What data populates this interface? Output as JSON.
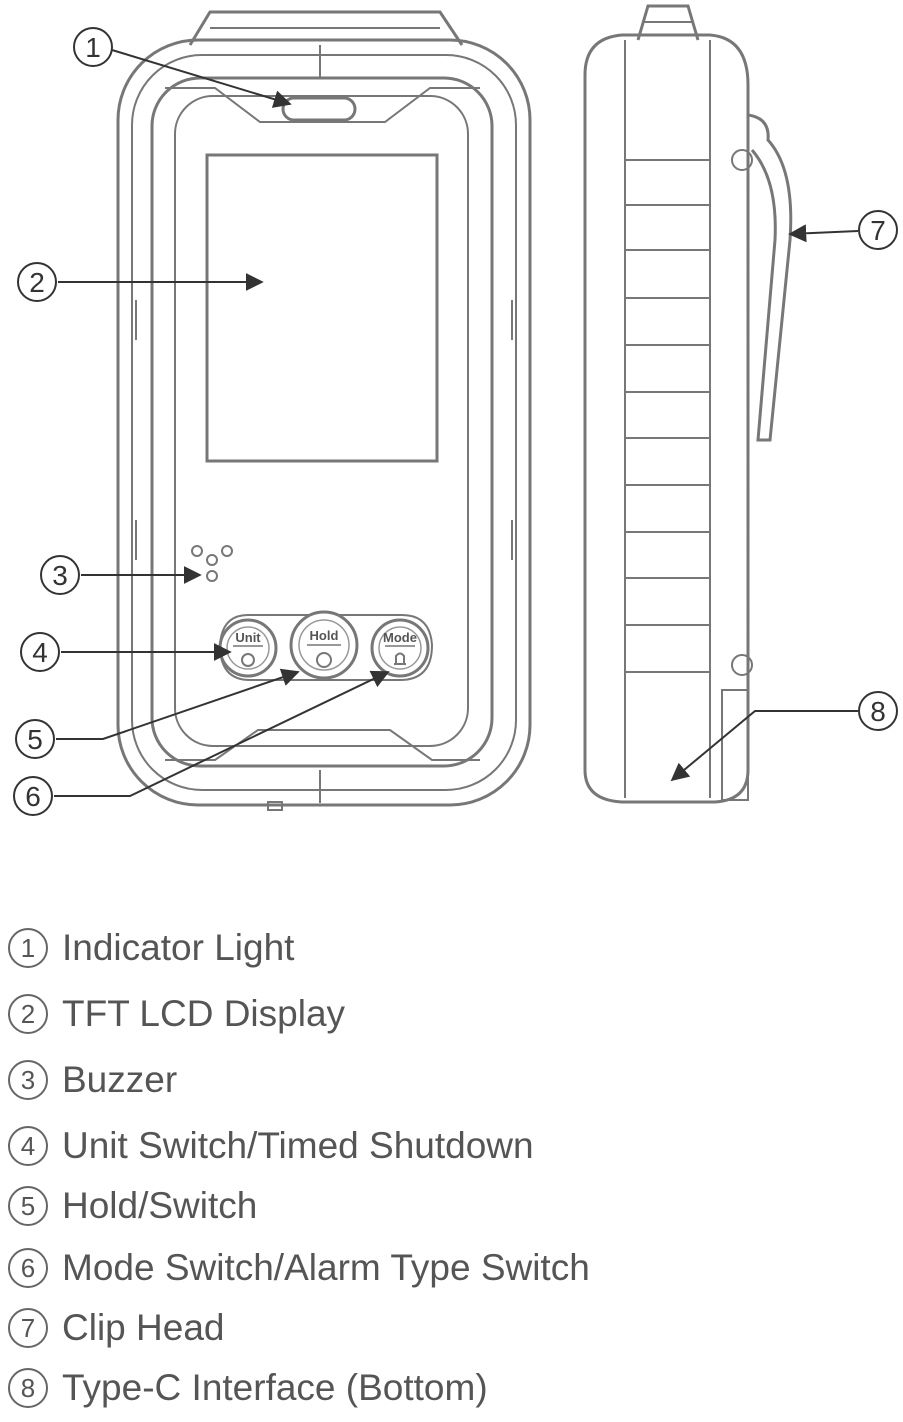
{
  "callouts": [
    {
      "num": "1",
      "label": "Indicator Light"
    },
    {
      "num": "2",
      "label": "TFT LCD Display"
    },
    {
      "num": "3",
      "label": "Buzzer"
    },
    {
      "num": "4",
      "label": "Unit Switch/Timed Shutdown"
    },
    {
      "num": "5",
      "label": "Hold/Switch"
    },
    {
      "num": "6",
      "label": "Mode Switch/Alarm Type Switch"
    },
    {
      "num": "7",
      "label": "Clip Head"
    },
    {
      "num": "8",
      "label": "Type-C Interface (Bottom)"
    }
  ],
  "buttons": {
    "unit": "Unit",
    "hold": "Hold",
    "mode": "Mode"
  },
  "colors": {
    "line": "#777777",
    "arrow": "#333333",
    "text": "#555555"
  }
}
